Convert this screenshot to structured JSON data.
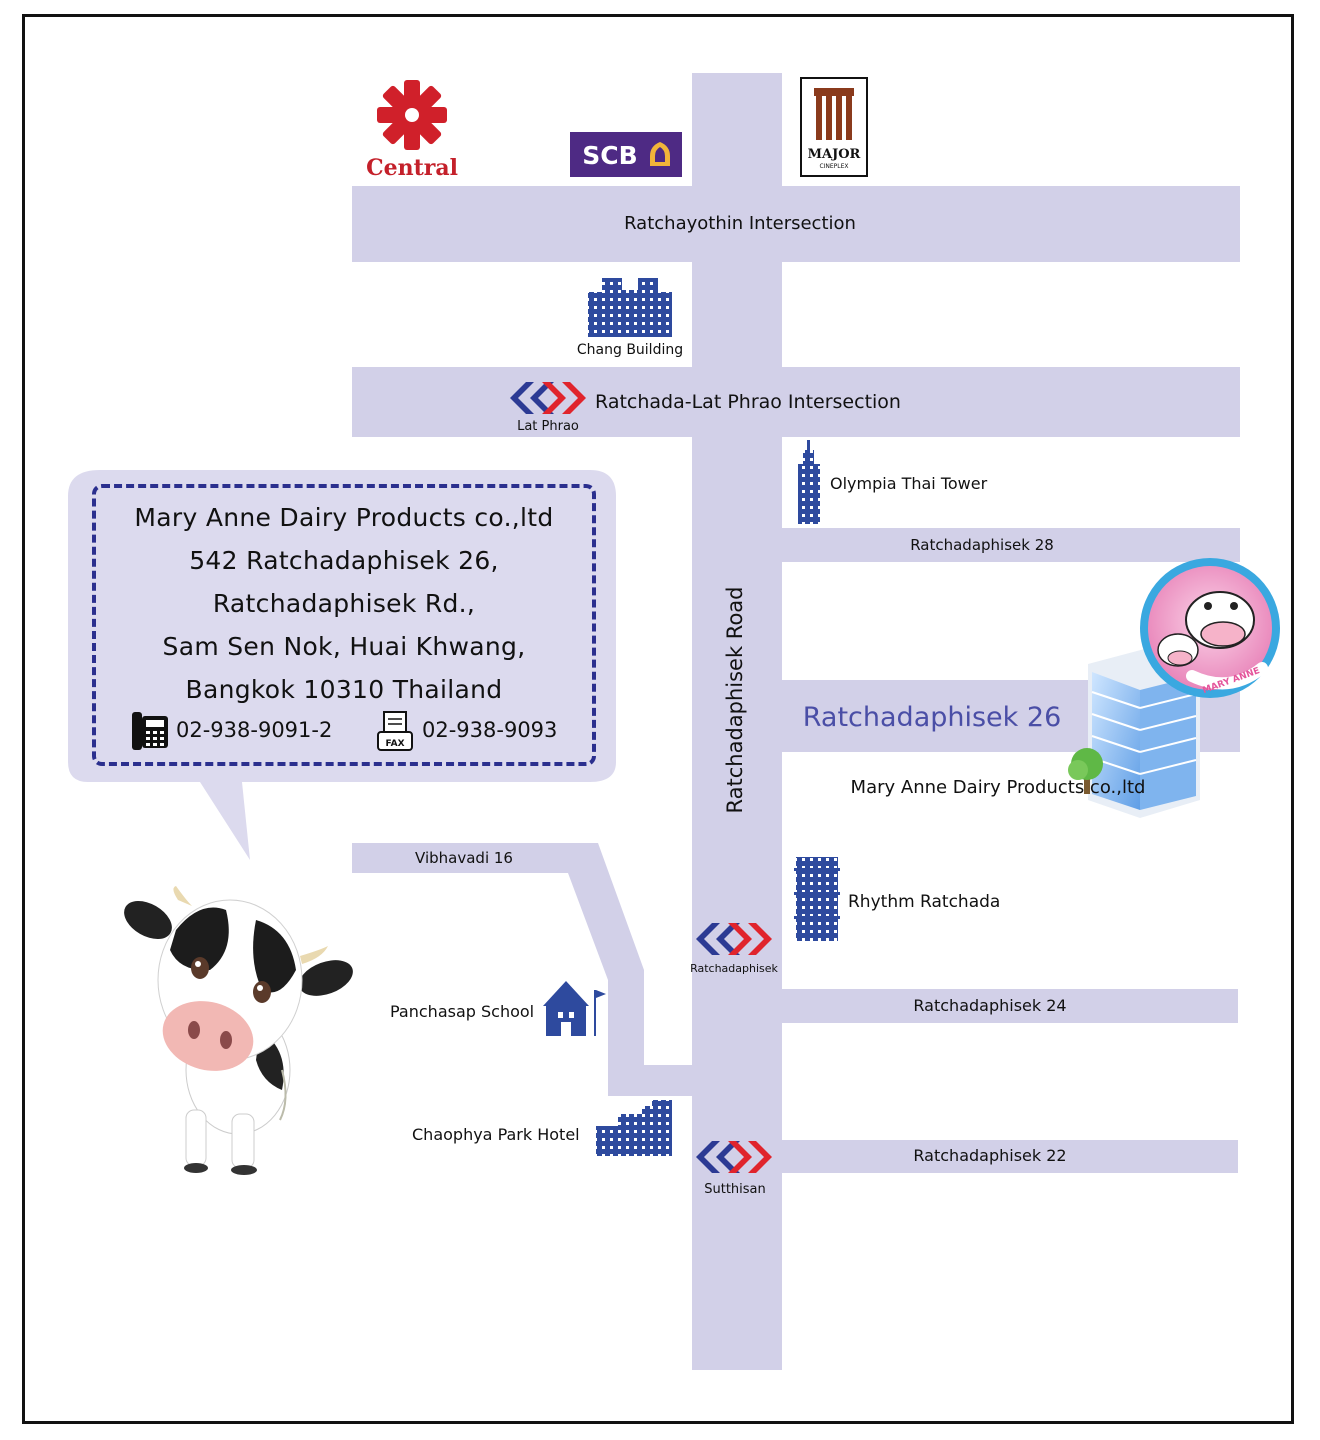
{
  "map": {
    "brands": {
      "central": "Central",
      "scb": "SCB",
      "major_line1": "MAJOR",
      "major_line2": "CINEPLEX"
    },
    "roads": {
      "ratchayothin": "Ratchayothin Intersection",
      "lat_phrao": "Ratchada-Lat Phrao Intersection",
      "soi28": "Ratchadaphisek 28",
      "soi26": "Ratchadaphisek 26",
      "soi24": "Ratchadaphisek 24",
      "soi22": "Ratchadaphisek 22",
      "vibhavadi": "Vibhavadi 16",
      "main_road": "Ratchadaphisek  Road"
    },
    "stations": {
      "lat_phrao": "Lat Phrao",
      "ratchadaphisek": "Ratchadaphisek",
      "sutthisan": "Sutthisan"
    },
    "landmarks": {
      "chang": "Chang Building",
      "olympia": "Olympia Thai Tower",
      "rhythm": "Rhythm  Ratchada",
      "panchasap": "Panchasap School",
      "chaophya": "Chaophya Park Hotel",
      "company": "Mary Anne Dairy Products co.,ltd",
      "logo_text": "MARY ANNE",
      "fax_label": "FAX"
    },
    "colors": {
      "road": "#d2d0e8",
      "building": "#2e4a9e",
      "accent": "#4a4ea6",
      "mrt_red": "#e0242c",
      "mrt_blue": "#2c3a94"
    }
  },
  "address": {
    "lines": [
      "Mary Anne Dairy Products co.,ltd",
      "542 Ratchadaphisek 26,",
      "Ratchadaphisek Rd.,",
      "Sam Sen Nok, Huai Khwang,",
      "Bangkok 10310 Thailand"
    ],
    "phone": "02-938-9091-2",
    "fax": "02-938-9093"
  }
}
